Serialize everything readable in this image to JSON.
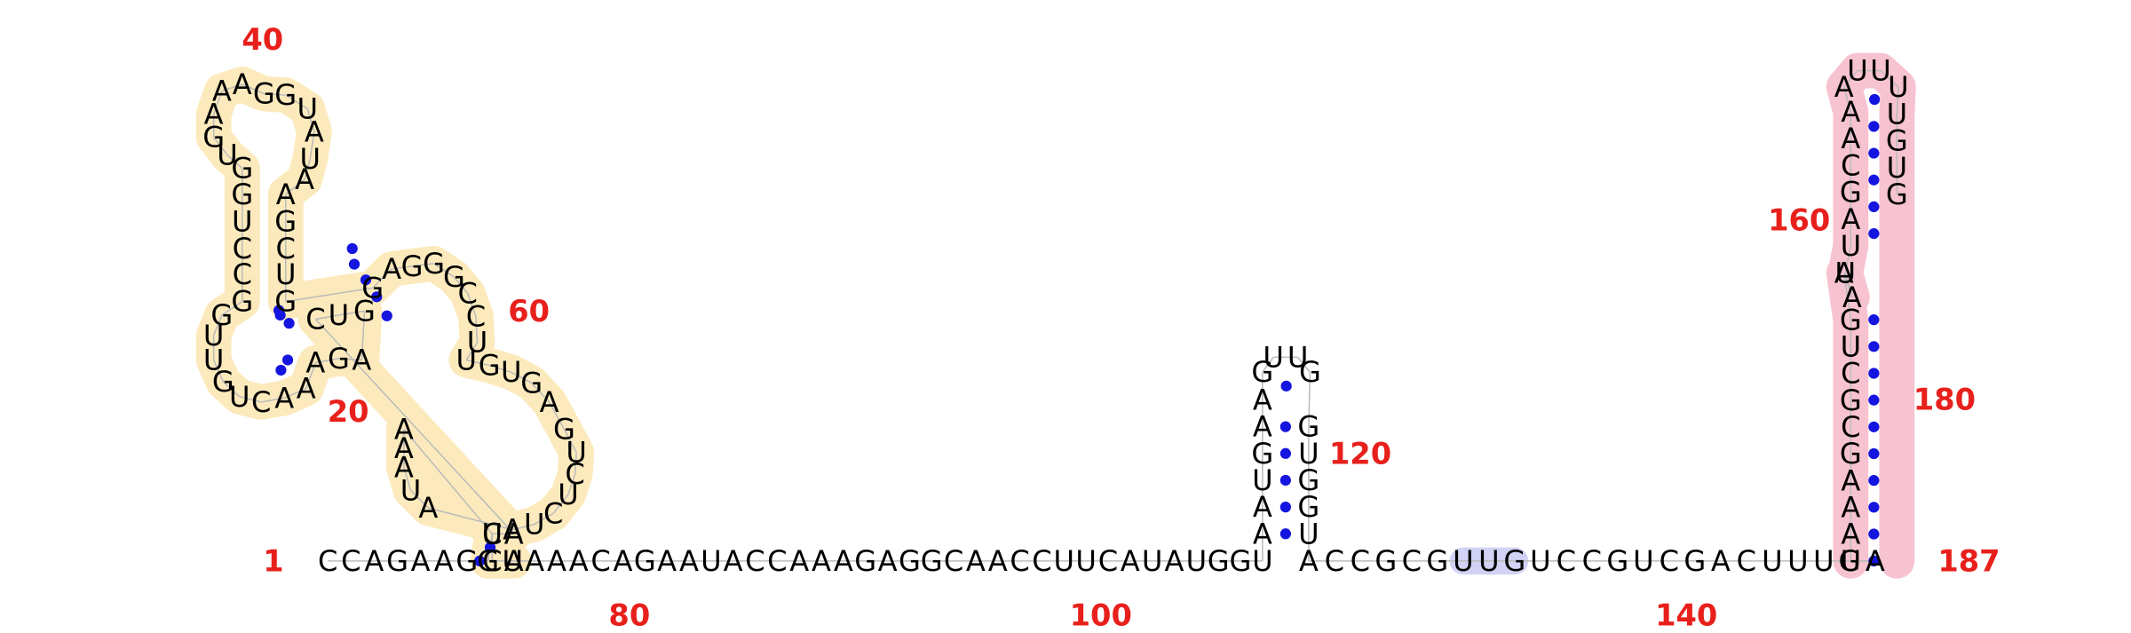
{
  "sequence": "CCAGAAGGCACUGAGAAACUGUUGGCCUGGUGAAAGGUAUAAGCUGGAGGGCCUUGUGAGUCUCUAAUAAAUCAUAAACAGAAUACCAAAGAGGCAACCUUCAUAUGGUAAUGAAGUUGGUGGUACCGCGUUGUCCGUCGACUUUGAUAAAGCGCUGAAUUAGCAAAUUUUGUG",
  "sequence_note": "nucleotides as drawn, 5' to 3', positions 1-187",
  "color_key": {
    "stem_loop_1": "#f5c242",
    "stem_loop_2": "#e8537a",
    "motif": "#7b7de0",
    "base_pair": "#1515e0",
    "position_label": "#e8201c"
  },
  "position_labels": [
    "1",
    "20",
    "40",
    "60",
    "80",
    "100",
    "120",
    "140",
    "160",
    "180",
    "187"
  ],
  "base_pairs": [
    [
      7,
      73
    ],
    [
      8,
      72
    ],
    [
      11,
      25
    ],
    [
      12,
      24
    ],
    [
      13,
      23
    ],
    [
      14,
      22
    ],
    [
      15,
      21
    ],
    [
      27,
      58
    ],
    [
      28,
      57
    ],
    [
      29,
      56
    ],
    [
      30,
      55
    ],
    [
      31,
      54
    ],
    [
      110,
      124
    ],
    [
      111,
      123
    ],
    [
      112,
      122
    ],
    [
      113,
      121
    ],
    [
      114,
      120
    ],
    [
      115,
      119
    ],
    [
      148,
      186
    ],
    [
      149,
      185
    ],
    [
      150,
      184
    ],
    [
      151,
      183
    ],
    [
      152,
      182
    ],
    [
      153,
      181
    ],
    [
      154,
      180
    ],
    [
      155,
      179
    ],
    [
      156,
      178
    ],
    [
      157,
      177
    ],
    [
      161,
      175
    ],
    [
      162,
      174
    ],
    [
      163,
      173
    ],
    [
      164,
      172
    ],
    [
      165,
      171
    ],
    [
      166,
      170
    ]
  ],
  "highlight_motif": [
    131,
    133
  ]
}
